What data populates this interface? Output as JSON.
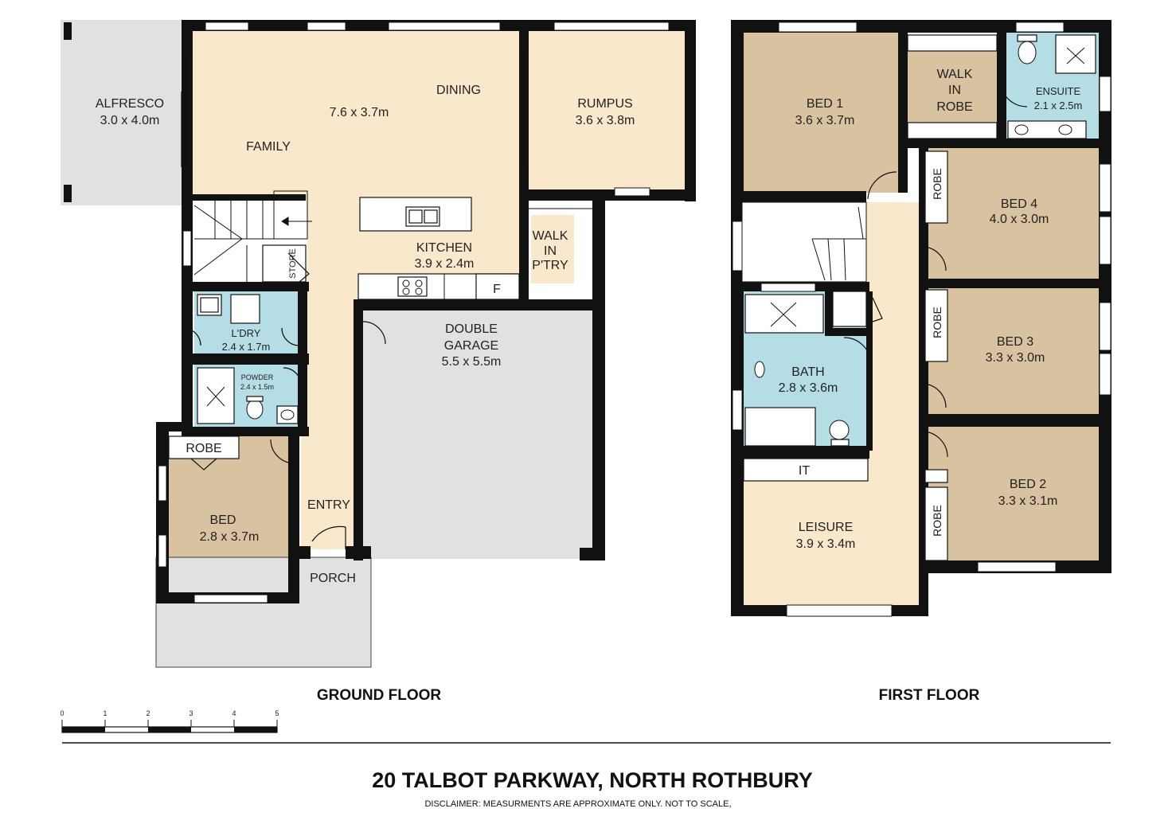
{
  "colors": {
    "living": "#f9e8cc",
    "bedroom": "#d8c29f",
    "wet": "#b5dde6",
    "outdoor": "#e2e1e0",
    "hall": "#f9e8cc",
    "wall": "#111111"
  },
  "ground_floor": {
    "heading": "GROUND FLOOR",
    "alfresco": {
      "name": "ALFRESCO",
      "size": "3.0 x 4.0m"
    },
    "family_dining": {
      "family": "FAMILY",
      "size": "7.6 x 3.7m",
      "dining": "DINING"
    },
    "rumpus": {
      "name": "RUMPUS",
      "size": "3.6 x 3.8m"
    },
    "kitchen": {
      "name": "KITCHEN",
      "size": "3.9 x 2.4m",
      "fridge": "F"
    },
    "pantry": {
      "line1": "WALK",
      "line2": "IN",
      "line3": "P'TRY"
    },
    "store": "STORE",
    "laundry": {
      "name": "L'DRY",
      "size": "2.4 x 1.7m"
    },
    "powder": {
      "name": "POWDER",
      "size": "2.4 x 1.5m"
    },
    "garage": {
      "line1": "DOUBLE",
      "line2": "GARAGE",
      "size": "5.5 x 5.5m"
    },
    "bed": {
      "name": "BED",
      "size": "2.8 x 3.7m",
      "robe": "ROBE"
    },
    "entry": "ENTRY",
    "porch": "PORCH"
  },
  "first_floor": {
    "heading": "FIRST FLOOR",
    "bed1": {
      "name": "BED 1",
      "size": "3.6 x 3.7m"
    },
    "wir": {
      "line1": "WALK",
      "line2": "IN",
      "line3": "ROBE"
    },
    "ensuite": {
      "name": "ENSUITE",
      "size": "2.1 x 2.5m"
    },
    "bed4": {
      "name": "BED 4",
      "size": "4.0 x 3.0m",
      "robe": "ROBE"
    },
    "bed3": {
      "name": "BED 3",
      "size": "3.3 x 3.0m",
      "robe": "ROBE"
    },
    "bed2": {
      "name": "BED 2",
      "size": "3.3 x 3.1m",
      "robe": "ROBE"
    },
    "bath": {
      "name": "BATH",
      "size": "2.8 x 3.6m"
    },
    "it": "IT",
    "leisure": {
      "name": "LEISURE",
      "size": "3.9 x 3.4m"
    }
  },
  "scale_bar": {
    "ticks": [
      "0",
      "1",
      "2",
      "3",
      "4",
      "5"
    ]
  },
  "footer": {
    "title": "20 TALBOT PARKWAY, NORTH ROTHBURY",
    "disclaimer": "DISCLAIMER: MEASURMENTS ARE APPROXIMATE ONLY. NOT TO SCALE,"
  }
}
